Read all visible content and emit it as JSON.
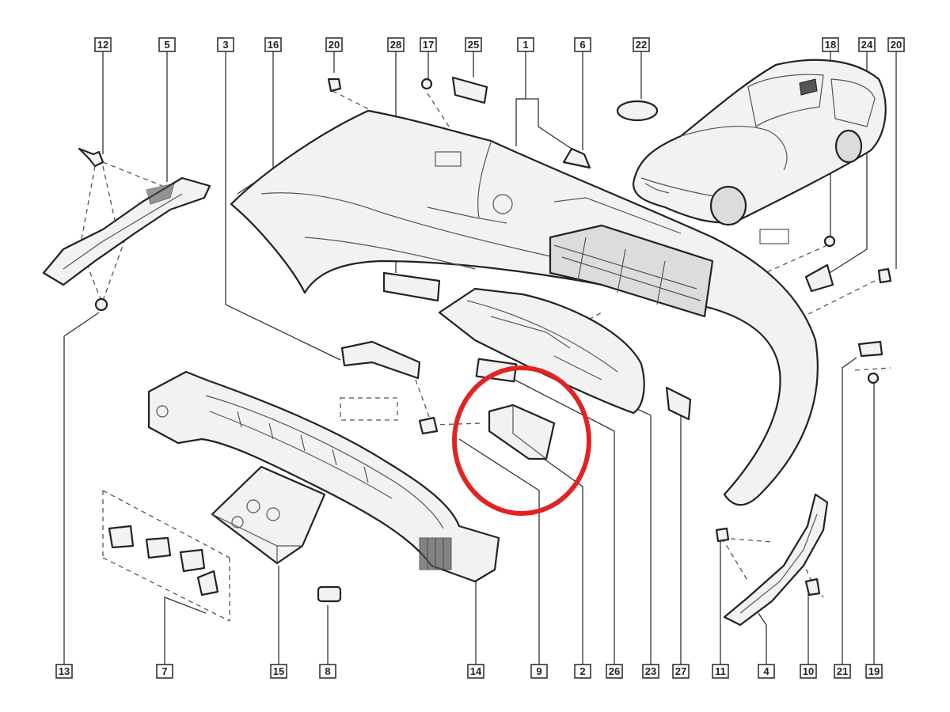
{
  "labels": {
    "l12": "12",
    "l5": "5",
    "l3": "3",
    "l16": "16",
    "l20a": "20",
    "l28": "28",
    "l17": "17",
    "l25": "25",
    "l1": "1",
    "l6": "6",
    "l22": "22",
    "l18": "18",
    "l24": "24",
    "l20b": "20",
    "l13": "13",
    "l7": "7",
    "l15": "15",
    "l8": "8",
    "l14": "14",
    "l9": "9",
    "l2": "2",
    "l26": "26",
    "l23": "23",
    "l27": "27",
    "l11": "11",
    "l4": "4",
    "l10": "10",
    "l21": "21",
    "l19": "19"
  },
  "colors": {
    "highlight": "#e02424",
    "line": "#222222",
    "fill": "#f2f2f2"
  }
}
